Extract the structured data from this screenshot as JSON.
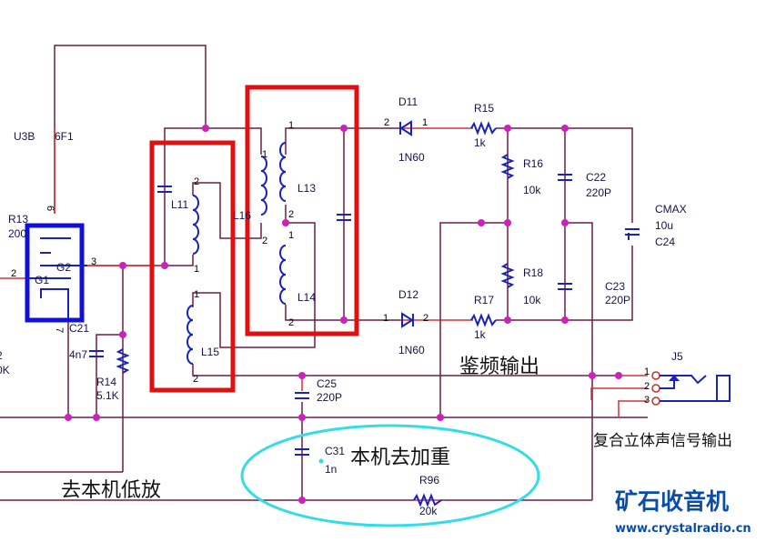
{
  "title": "Crystal radio FM stereo discriminator schematic",
  "tube": {
    "ref": "U3B",
    "type": "6F1",
    "pins": [
      "6",
      "3",
      "2",
      "7"
    ],
    "grid_labels": [
      "G1",
      "G2"
    ]
  },
  "resistors": [
    {
      "ref": "R13",
      "value": "200"
    },
    {
      "ref": "R14",
      "value": "5.1K"
    },
    {
      "ref": "R15",
      "value": "1k"
    },
    {
      "ref": "R16",
      "value": "10k"
    },
    {
      "ref": "R17",
      "value": "1k"
    },
    {
      "ref": "R18",
      "value": "10k"
    },
    {
      "ref": "R96",
      "value": "20k"
    }
  ],
  "capacitors": [
    {
      "ref": "C21",
      "value": "4n7"
    },
    {
      "ref": "C22",
      "value": "220P"
    },
    {
      "ref": "C23",
      "value": "220P"
    },
    {
      "ref": "C24",
      "value": "10u",
      "name": "CMAX"
    },
    {
      "ref": "C25",
      "value": "220P"
    },
    {
      "ref": "C31",
      "value": "1n"
    }
  ],
  "inductors": [
    "L11",
    "L13",
    "L14",
    "L15",
    "L16"
  ],
  "diodes": [
    {
      "ref": "D11",
      "value": "1N60",
      "pins": [
        "2",
        "1"
      ]
    },
    {
      "ref": "D12",
      "value": "1N60",
      "pins": [
        "1",
        "2"
      ]
    }
  ],
  "jack": {
    "ref": "J5",
    "pins": [
      "1",
      "2",
      "3"
    ]
  },
  "pin_numbers": {
    "one": "1",
    "two": "2"
  },
  "partial_left_labels": [
    "2",
    "0K"
  ],
  "annotations": {
    "discriminator_output": "鉴频输出",
    "stereo_output": "复合立体声信号输出",
    "deemphasis": "本机去加重",
    "to_lowamp": "去本机低放"
  },
  "logo": {
    "name": "矿石收音机",
    "url": "www.crystalradio.cn"
  }
}
